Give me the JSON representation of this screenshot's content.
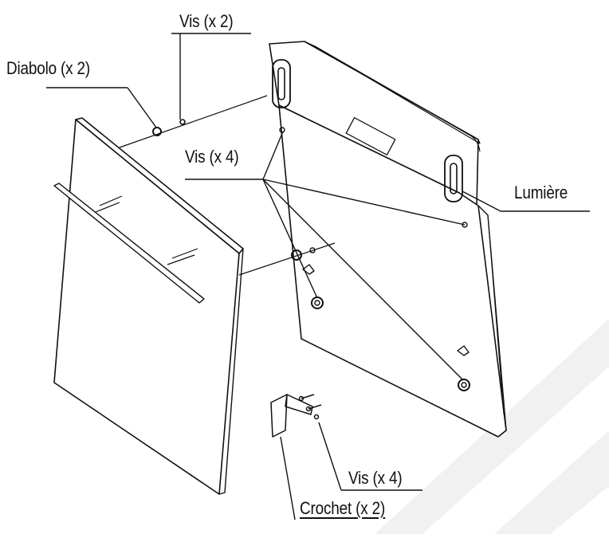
{
  "labels": {
    "vis_top": "Vis (x 2)",
    "diabolo": "Diabolo (x 2)",
    "vis_middle": "Vis (x 4)",
    "lumiere": "Lumière",
    "vis_bottom": "Vis (x 4)",
    "crochet": "Crochet (x 2)"
  },
  "colors": {
    "line": "#111111",
    "panel_fill": "#ffffff",
    "watermark": "#f1f1f1"
  }
}
